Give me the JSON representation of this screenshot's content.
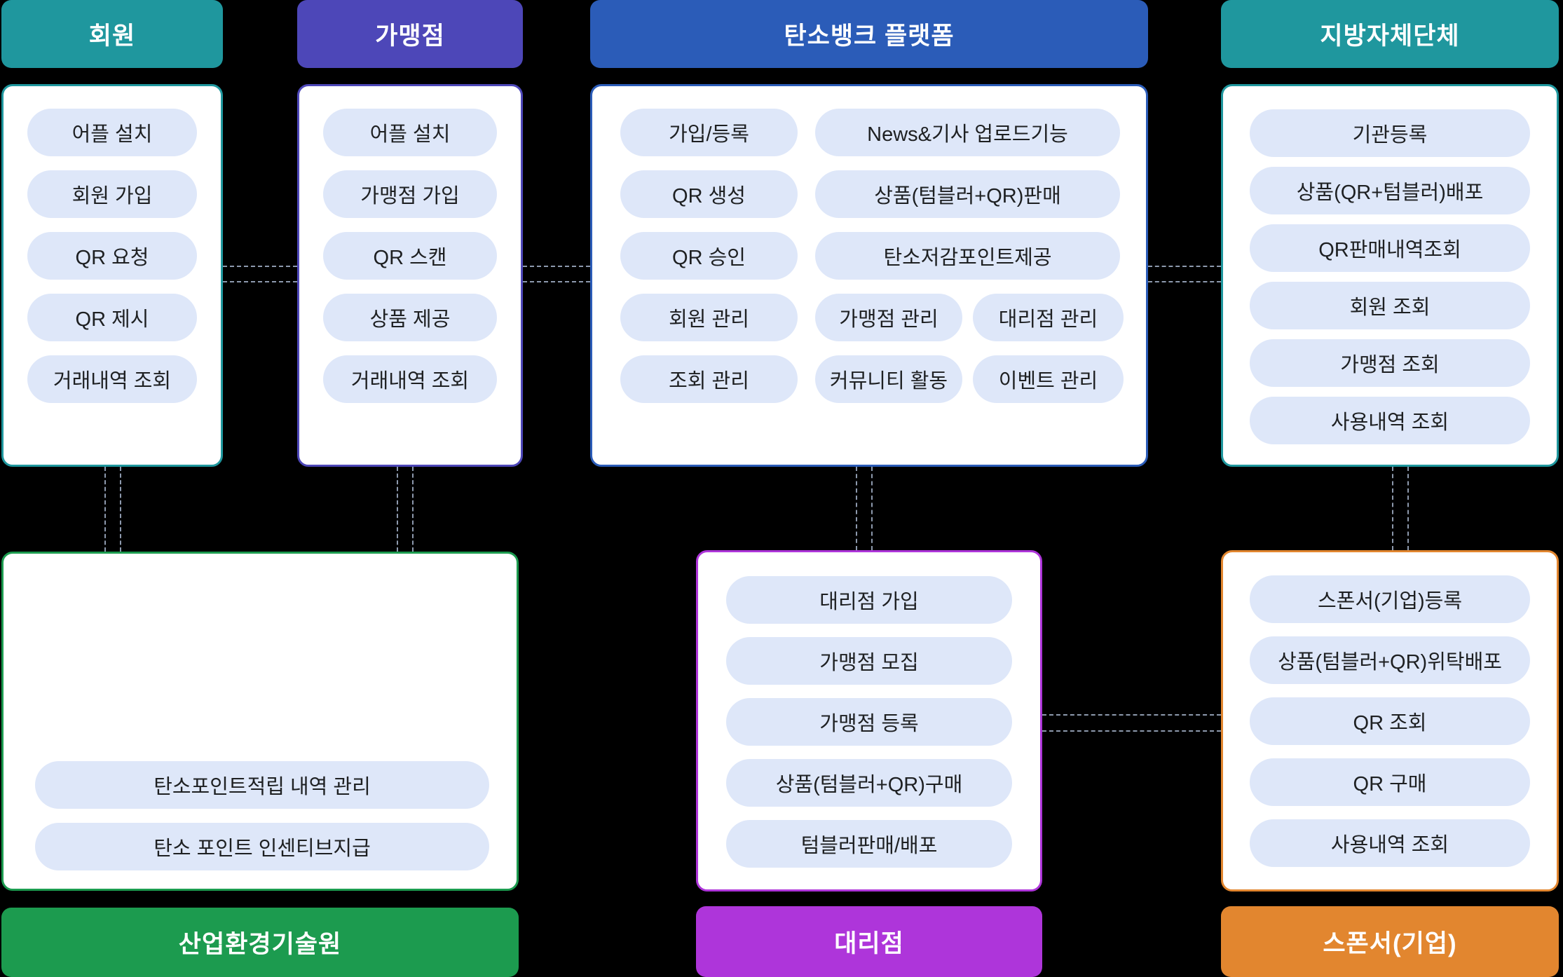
{
  "colors": {
    "member_teal": "#1F979E",
    "merchant_purple": "#4D47B8",
    "platform_blue": "#2B5CB8",
    "tech_green": "#1C9B4F",
    "agency_magenta": "#AE35DA",
    "sponsor_orange": "#E2862F",
    "pill_background": "#DEE7F9",
    "connector_gray": "#8D99AD"
  },
  "member": {
    "header": "회원",
    "items": [
      "어플 설치",
      "회원 가입",
      "QR 요청",
      "QR 제시",
      "거래내역 조회"
    ]
  },
  "merchant": {
    "header": "가맹점",
    "items": [
      "어플 설치",
      "가맹점 가입",
      "QR 스캔",
      "상품 제공",
      "거래내역 조회"
    ]
  },
  "platform": {
    "header": "탄소뱅크 플랫폼",
    "left_items": [
      "가입/등록",
      "QR 생성",
      "QR 승인"
    ],
    "right_items": [
      "News&기사 업로드기능",
      "상품(텀블러+QR)판매",
      "탄소저감포인트제공"
    ],
    "grid_row1": [
      "회원 관리",
      "가맹점 관리",
      "대리점 관리"
    ],
    "grid_row2": [
      "조회 관리",
      "커뮤니티 활동",
      "이벤트 관리"
    ]
  },
  "government": {
    "header": "지방자체단체",
    "items": [
      "기관등록",
      "상품(QR+텀블러)배포",
      "QR판매내역조회",
      "회원 조회",
      "가맹점 조회",
      "사용내역 조회"
    ]
  },
  "tech": {
    "footer": "산업환경기술원",
    "items": [
      "탄소포인트적립 내역 관리",
      "탄소 포인트 인센티브지급"
    ]
  },
  "agency": {
    "footer": "대리점",
    "items": [
      "대리점 가입",
      "가맹점 모집",
      "가맹점 등록",
      "상품(텀블러+QR)구매",
      "텀블러판매/배포"
    ]
  },
  "sponsor": {
    "footer": "스폰서(기업)",
    "items": [
      "스폰서(기업)등록",
      "상품(텀블러+QR)위탁배포",
      "QR 조회",
      "QR 구매",
      "사용내역 조회"
    ]
  }
}
